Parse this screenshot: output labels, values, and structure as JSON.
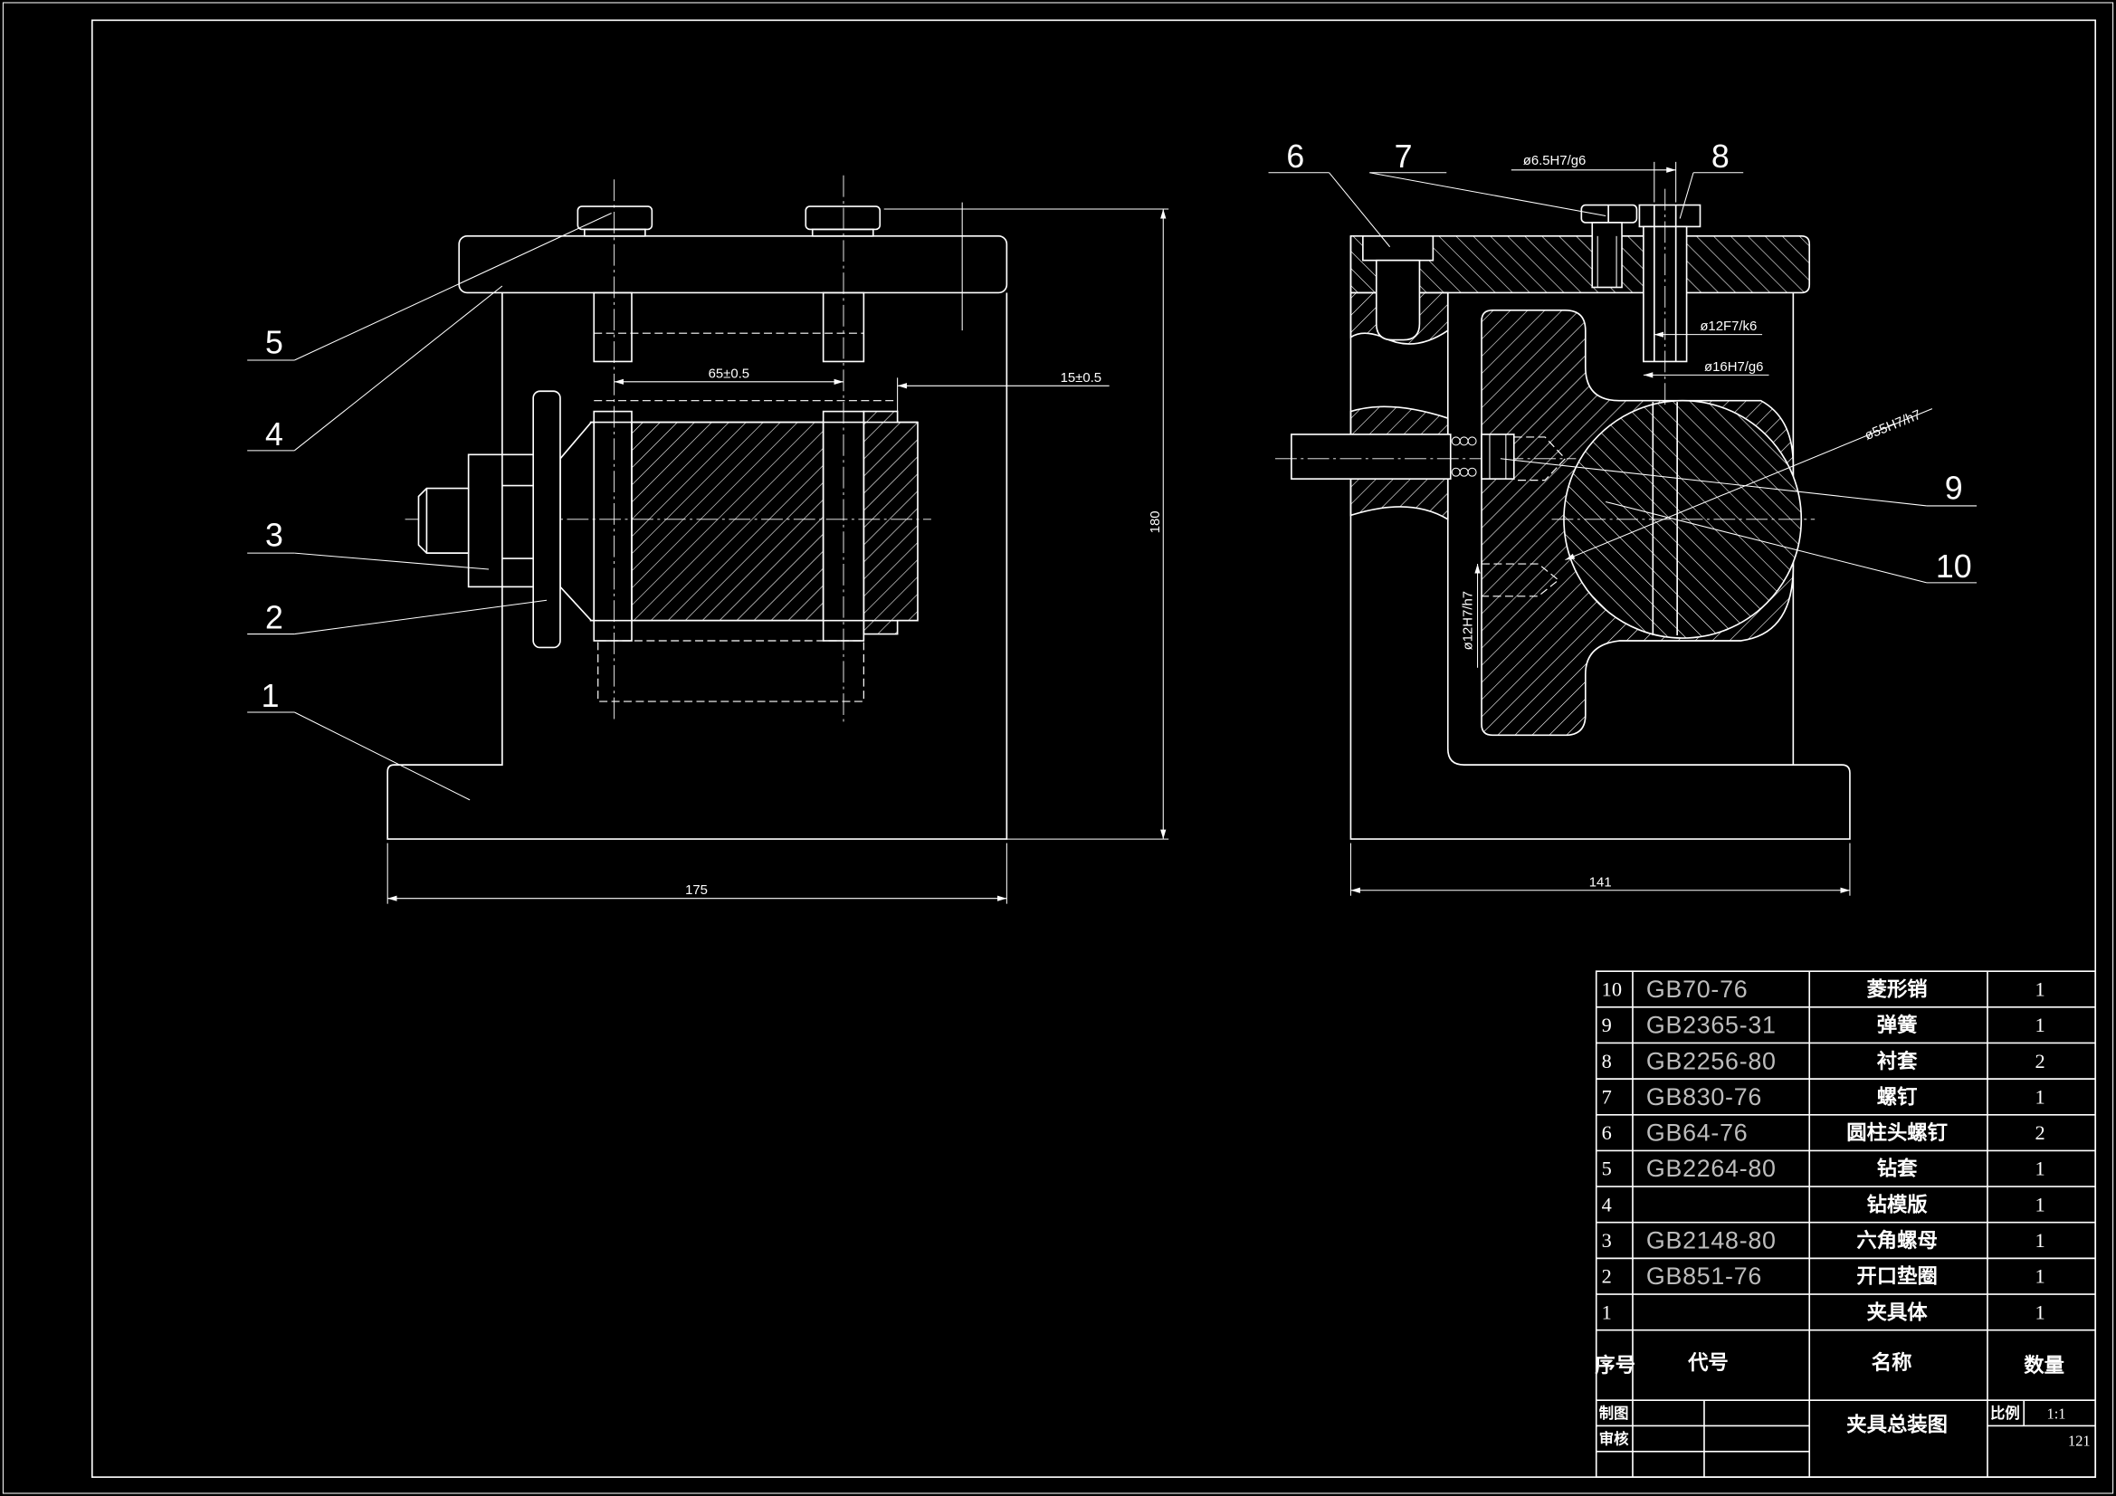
{
  "colors": {
    "background": "#000000",
    "linework": "#ffffff",
    "standard_code_text": "#bdbdbd"
  },
  "front_view": {
    "labels": [
      "5",
      "4",
      "3",
      "2",
      "1"
    ],
    "dim_65": "65±0.5",
    "dim_15": "15±0.5",
    "dim_180": "180",
    "dim_175": "175"
  },
  "side_view": {
    "labels": [
      "6",
      "7",
      "8",
      "9",
      "10"
    ],
    "fit_6_5": "ø6.5H7/g6",
    "fit_12_f7": "ø12F7/k6",
    "fit_16": "ø16H7/g6",
    "fit_55": "ø55H7/h7",
    "fit_12_h7": "ø12H7/h7",
    "dim_141": "141"
  },
  "bom": {
    "rows": [
      {
        "no": "10",
        "code": "GB70-76",
        "name": "菱形销",
        "qty": "1"
      },
      {
        "no": "9",
        "code": "GB2365-31",
        "name": "弹簧",
        "qty": "1"
      },
      {
        "no": "8",
        "code": "GB2256-80",
        "name": "衬套",
        "qty": "2"
      },
      {
        "no": "7",
        "code": "GB830-76",
        "name": "螺钉",
        "qty": "1"
      },
      {
        "no": "6",
        "code": "GB64-76",
        "name": "圆柱头螺钉",
        "qty": "2"
      },
      {
        "no": "5",
        "code": "GB2264-80",
        "name": "钻套",
        "qty": "1"
      },
      {
        "no": "4",
        "code": "",
        "name": "钻模版",
        "qty": "1"
      },
      {
        "no": "3",
        "code": "GB2148-80",
        "name": "六角螺母",
        "qty": "1"
      },
      {
        "no": "2",
        "code": "GB851-76",
        "name": "开口垫圈",
        "qty": "1"
      },
      {
        "no": "1",
        "code": "",
        "name": "夹具体",
        "qty": "1"
      }
    ],
    "header": {
      "no": "序号",
      "code": "代号",
      "name": "名称",
      "qty": "数量"
    },
    "title_block": {
      "drawn_by": "制图",
      "checked_by": "审核",
      "title": "夹具总装图",
      "scale_label": "比例",
      "scale": "1:1",
      "number": "121"
    }
  }
}
